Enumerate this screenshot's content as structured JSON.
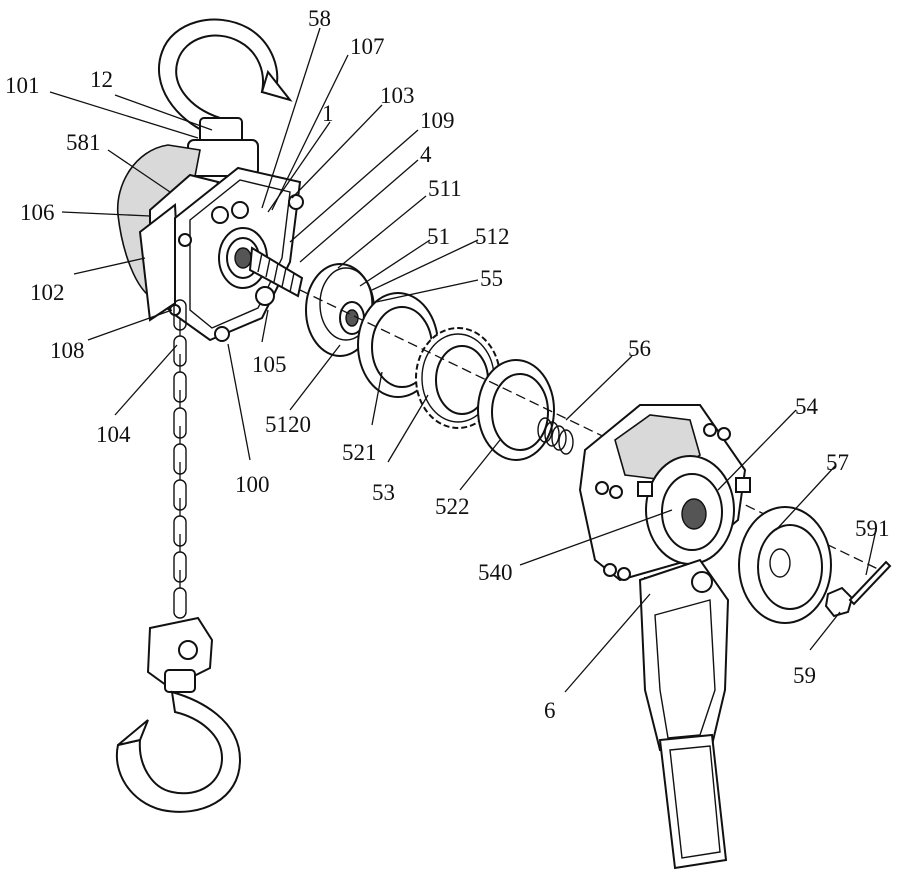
{
  "callouts": [
    {
      "id": "58",
      "text": "58"
    },
    {
      "id": "107",
      "text": "107"
    },
    {
      "id": "101",
      "text": "101"
    },
    {
      "id": "12",
      "text": "12"
    },
    {
      "id": "103",
      "text": "103"
    },
    {
      "id": "1",
      "text": "1"
    },
    {
      "id": "109",
      "text": "109"
    },
    {
      "id": "581",
      "text": "581"
    },
    {
      "id": "4",
      "text": "4"
    },
    {
      "id": "511",
      "text": "511"
    },
    {
      "id": "106",
      "text": "106"
    },
    {
      "id": "51",
      "text": "51"
    },
    {
      "id": "512",
      "text": "512"
    },
    {
      "id": "55",
      "text": "55"
    },
    {
      "id": "102",
      "text": "102"
    },
    {
      "id": "108",
      "text": "108"
    },
    {
      "id": "105",
      "text": "105"
    },
    {
      "id": "56",
      "text": "56"
    },
    {
      "id": "54",
      "text": "54"
    },
    {
      "id": "104",
      "text": "104"
    },
    {
      "id": "5120",
      "text": "5120"
    },
    {
      "id": "521",
      "text": "521"
    },
    {
      "id": "57",
      "text": "57"
    },
    {
      "id": "100",
      "text": "100"
    },
    {
      "id": "53",
      "text": "53"
    },
    {
      "id": "522",
      "text": "522"
    },
    {
      "id": "591",
      "text": "591"
    },
    {
      "id": "540",
      "text": "540"
    },
    {
      "id": "59",
      "text": "59"
    },
    {
      "id": "6",
      "text": "6"
    }
  ]
}
